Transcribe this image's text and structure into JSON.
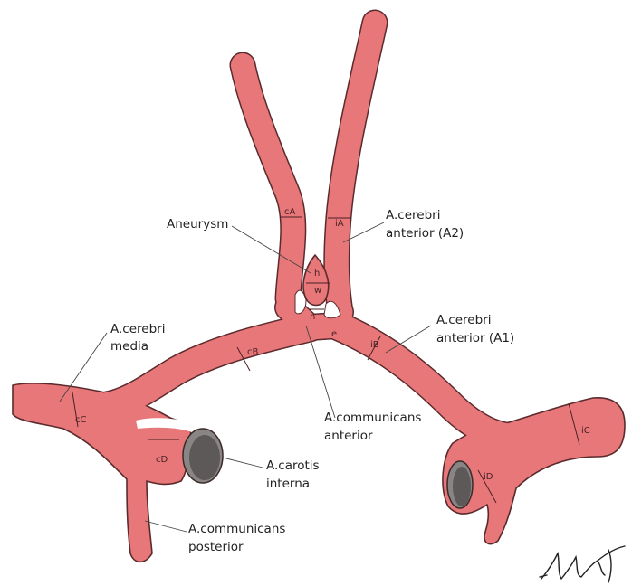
{
  "labels": {
    "aneurysm": "Aneurysm",
    "a2_line1": "A.cerebri",
    "a2_line2": "anterior (A2)",
    "media_line1": "A.cerebri",
    "media_line2": "media",
    "a1_line1": "A.cerebri",
    "a1_line2": "anterior (A1)",
    "acom_line1": "A.communicans",
    "acom_line2": "anterior",
    "carotis_line1": "A.carotis",
    "carotis_line2": "interna",
    "pcom_line1": "A.communicans",
    "pcom_line2": "posterior"
  },
  "measurements": {
    "cA": "cA",
    "iA": "iA",
    "h": "h",
    "w": "w",
    "n": "n",
    "e": "e",
    "cB": "cB",
    "iB": "iB",
    "cC": "cC",
    "iC": "iC",
    "cD": "cD",
    "iD": "iD"
  },
  "colors": {
    "vessel": "#e8777a",
    "outline": "#5a2a2c",
    "lumen": "#5d5959"
  }
}
